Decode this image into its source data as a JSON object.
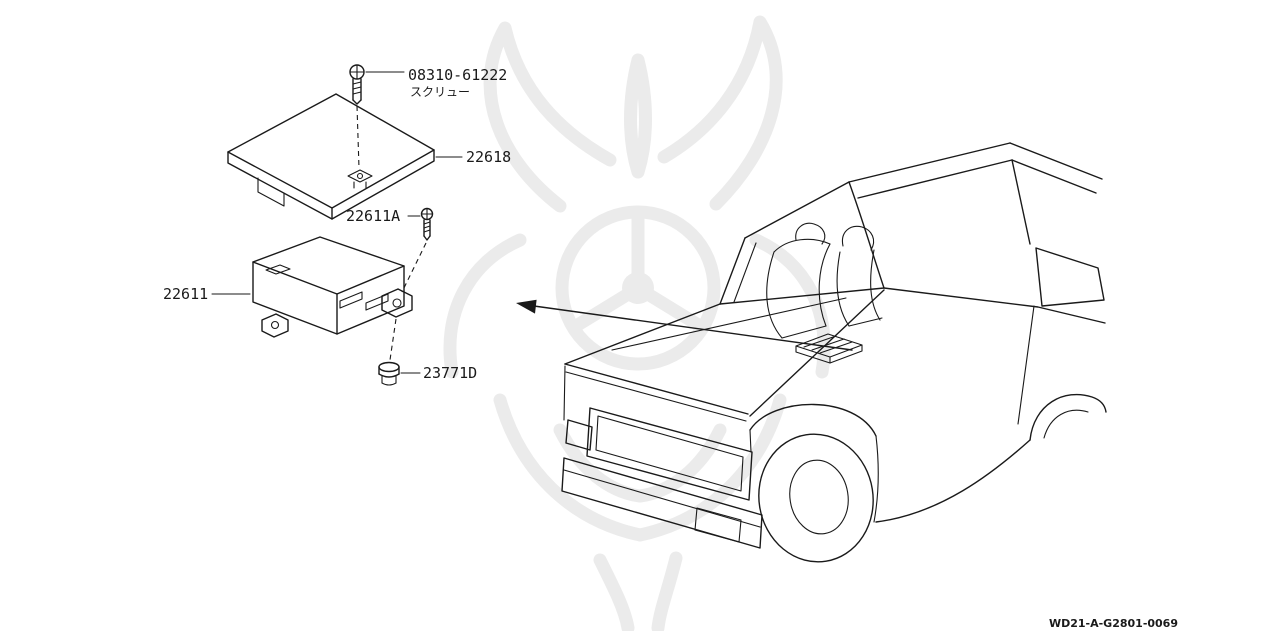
{
  "colors": {
    "background": "#ffffff",
    "line": "#1a1a1a",
    "watermark": "#ebebeb"
  },
  "labels": {
    "screw_part_number": "08310-61222",
    "screw_name_jp": "スクリュー",
    "cover_part_number": "22618",
    "bracket_screw_part_number": "22611A",
    "ecu_part_number": "22611",
    "grommet_part_number": "23771D",
    "drawing_ref_code": "WD21-A-G2801-0069"
  }
}
